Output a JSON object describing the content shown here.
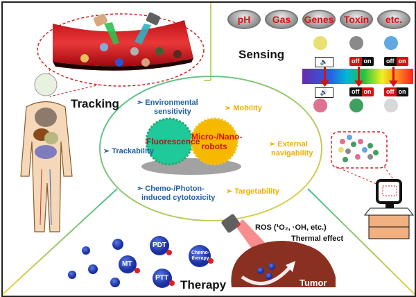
{
  "sections": {
    "tracking": "Tracking",
    "sensing": "Sensing",
    "therapy": "Therapy"
  },
  "center": {
    "left_circle": "Fluorescence",
    "right_circle_line1": "Micro-/Nano-",
    "right_circle_line2": "robots",
    "fluorescence_features": [
      {
        "line1": "➢ Environmental",
        "line2": "sensitivity"
      },
      {
        "line1": "➢ Trackability",
        "line2": ""
      },
      {
        "line1": "➢ Chemo-/Photon-",
        "line2": "induced cytotoxicity"
      }
    ],
    "robot_features": [
      {
        "line1": "➢ Mobility",
        "line2": ""
      },
      {
        "line1": "➢ External",
        "line2": "navigability"
      },
      {
        "line1": "➢ Targetability",
        "line2": ""
      }
    ]
  },
  "sensing_targets": [
    "pH",
    "Gas",
    "Genes",
    "Toxin",
    "etc."
  ],
  "switches": {
    "off": "off",
    "on": "on"
  },
  "therapy": {
    "robot_labels": [
      "PDT",
      "MT",
      "PTT",
      "Chemo-",
      "therapy"
    ],
    "ros": "ROS (¹O₂, ·OH, etc.)",
    "thermal": "Thermal effect",
    "tumor": "Tumor"
  },
  "colors": {
    "fluorescence": "#1ec99a",
    "robots": "#f7b900",
    "label_blue": "#1f5fa8",
    "label_gold": "#f0b000",
    "target_red": "#d81010"
  }
}
